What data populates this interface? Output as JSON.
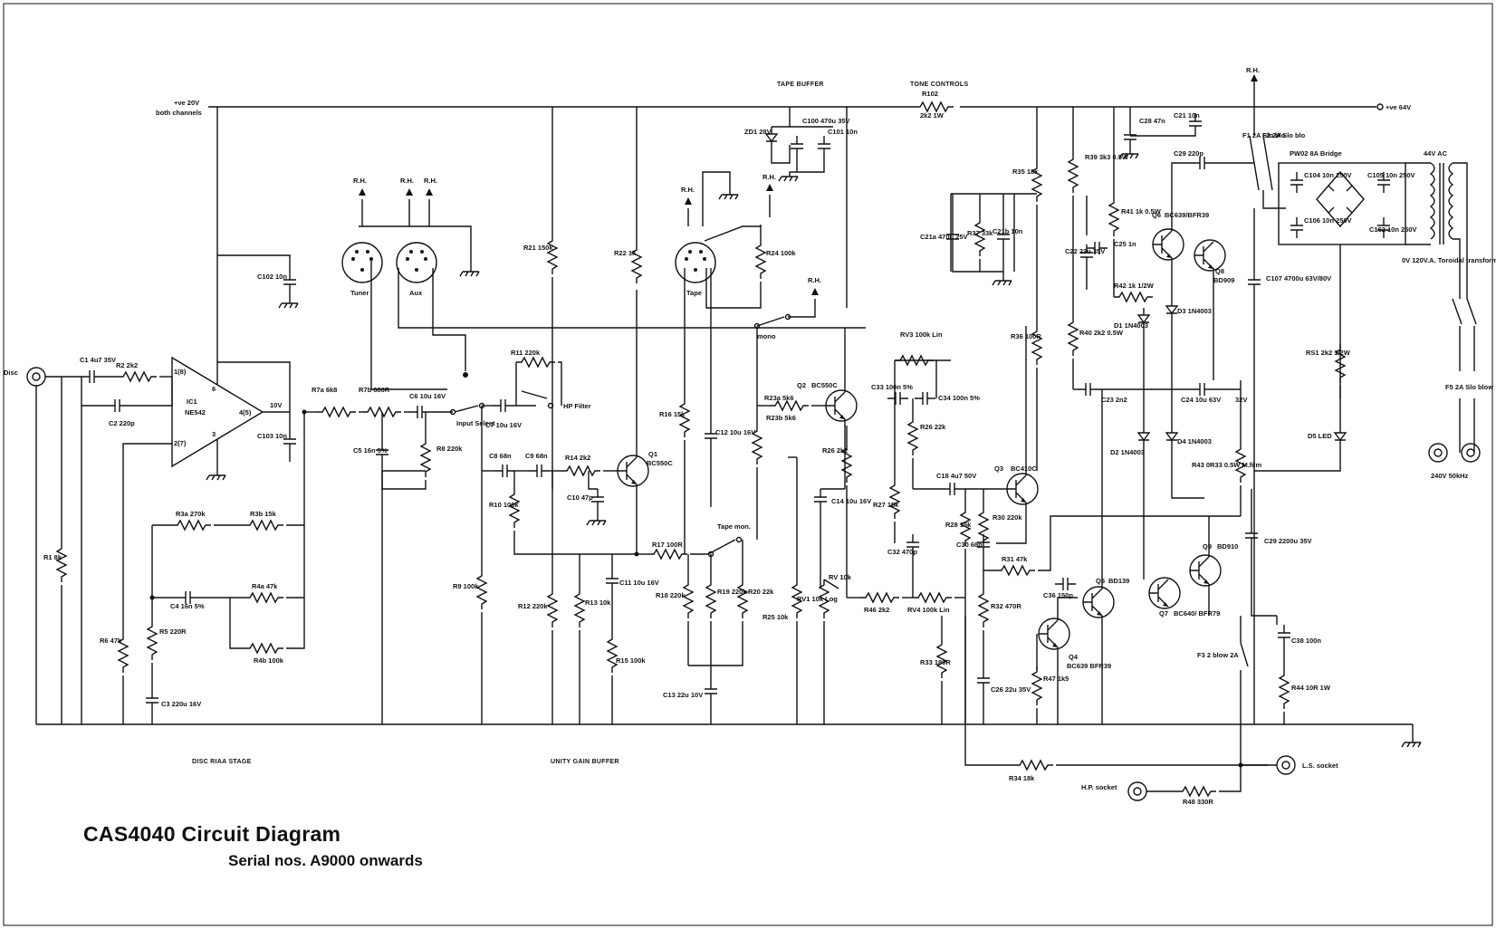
{
  "title": "CAS4040 Circuit Diagram",
  "subtitle": "Serial nos. A9000 onwards",
  "sections": {
    "disc_riaa": "DISC RIAA STAGE",
    "unity_gain": "UNITY GAIN BUFFER",
    "tape_buffer": "TAPE BUFFER",
    "tone_controls": "TONE CONTROLS"
  },
  "rails": {
    "v20": "+ve 20V",
    "v20_note": "both channels",
    "v64": "+ve 64V",
    "ac44": "44V AC",
    "r102": "R102",
    "r102_value": "2k2 1W"
  },
  "connectors": {
    "disc": "Disc",
    "tuner": "Tuner",
    "aux": "Aux",
    "tape": "Tape",
    "ls_socket": "L.S. socket",
    "hp_socket": "H.P. socket",
    "rh": "R.H.",
    "mains": "240V 50kHz"
  },
  "switches": {
    "input_select": "Input Select",
    "hp_filter": "HP Filter",
    "mono": "mono",
    "tape_mon": "Tape mon."
  },
  "ic": {
    "ref": "IC1",
    "part": "NE542",
    "pin_in": "1(8)",
    "pin_fb": "2(7)",
    "pin_out": "4(5)",
    "pin6": "6",
    "pin3": "3",
    "out_v": "10V"
  },
  "transistors": [
    {
      "ref": "Q1",
      "part": "BC550C"
    },
    {
      "ref": "Q2",
      "part": "BC550C"
    },
    {
      "ref": "Q3",
      "part": "BC410C"
    },
    {
      "ref": "Q4",
      "part": "BC639 BFR39"
    },
    {
      "ref": "Q5",
      "part": "BD139"
    },
    {
      "ref": "Q6",
      "part": "BC639/BFR39"
    },
    {
      "ref": "Q7",
      "part": "BC640/ BFR79"
    },
    {
      "ref": "Q8",
      "part": "BD909"
    },
    {
      "ref": "Q9",
      "part": "BD910"
    }
  ],
  "components": {
    "c1": "C1 4u7 35V",
    "r2": "R2 2k2",
    "c2": "C2 220p",
    "r1": "R1 8k",
    "r6": "R6 47k",
    "r3a": "R3a 270k",
    "r3b": "R3b 15k",
    "c4": "C4 16n 5%",
    "r4a": "R4a 47k",
    "r4b": "R4b 100k",
    "r5": "R5 220R",
    "c3": "C3 220u 16V",
    "c102": "C102 10n",
    "c103": "C103 10n",
    "r7a": "R7a 6k8",
    "r7b": "R7b 680R",
    "c6": "C6 10u 16V",
    "c5": "C5 16n 5%",
    "r8": "R8 220k",
    "c7": "C7 10u 16V",
    "r11": "R11 220k",
    "r21": "R21 150k",
    "r22": "R22 1k",
    "c8": "C8 68n",
    "c9": "C9 68n",
    "r14": "R14 2k2",
    "c10": "C10 47p",
    "r10": "R10 100k",
    "r9": "R9 100k",
    "r12": "R12 220k",
    "r13": "R13 10k",
    "r15": "R15 100k",
    "c11": "C11 10u 16V",
    "r17": "R17 100R",
    "r16": "R16 15k",
    "r18": "R18 220k",
    "r19": "R19 220k",
    "r20": "R20 22k",
    "c12": "C12 10u 16V",
    "c13": "C13 22u 10V",
    "r24": "R24 100k",
    "r23a": "R23a 5k6",
    "r23b": "R23b 5k6",
    "c14": "C14 10u 16V",
    "r25": "R25 10k",
    "rv1": "RV1 10k Log",
    "rv_bal": "RV 10k",
    "r26": "R26 2k2",
    "r46": "R46 2k2",
    "zd1": "ZD1 28V",
    "c100": "C100 470u 35V",
    "c101": "C101 10n",
    "rv3": "RV3 100k Lin",
    "c33": "C33 100n 5%",
    "c34": "C34 100n 5%",
    "r26b": "R26 22k",
    "r27": "R27 15k",
    "c32": "C32 470p",
    "rv4": "RV4 100k Lin",
    "c18": "C18 4u7 50V",
    "r28": "R28 15k",
    "r30": "R30 220k",
    "c30": "C30 68p",
    "r31": "R31 47k",
    "r32": "R32 470R",
    "c26": "C26 22u 35V",
    "r33": "R33 180R",
    "r34": "R34 18k",
    "r35": "R35 18k",
    "r36": "R36 100R",
    "c21a": "C21a 470u 25V",
    "r37": "R37 33k",
    "c21b": "C21b 10n",
    "r39": "R39 3k3 0.5W",
    "c28": "C28 47n",
    "c21": "C21 10n",
    "r40": "R40 2k2 0.5W",
    "r41": "R41 1k 0.5W",
    "c22": "C22 22u 35V",
    "c25": "C25 1n",
    "c29": "C29 220p",
    "r42": "R42 1k 1/2W",
    "d1": "D1 1N4003",
    "d3": "D3 1N4003",
    "c23": "C23 2n2",
    "c24": "C24 10u 63V",
    "v32": "32V",
    "d2": "D2 1N4003",
    "d4": "D4 1N4003",
    "r43": "R43 0R33 0.5W M.film",
    "c36": "C36 150p",
    "r47": "R47 1k5",
    "c29b": "C29 2200u 35V",
    "c38": "C38 100n",
    "r44": "R44 10R 1W",
    "f3": "F3 2 blow 2A",
    "r48": "R48 330R",
    "f1": "F1 2A Slo blo",
    "f2": "F2 2A Slo blo",
    "bridge": "PW02 8A Bridge",
    "c104": "C104 10n 250V",
    "c105": "C105 10n 250V",
    "c106": "C106 10n 250V",
    "c162": "C162 10n 250V",
    "c107": "C107 4700u 63V/80V",
    "transformer": "0V 120V.A. Toroidal transformer",
    "rs1": "RS1 2k2 1/2W",
    "d5": "D5 LED",
    "f5": "F5 2A Slo blow"
  }
}
